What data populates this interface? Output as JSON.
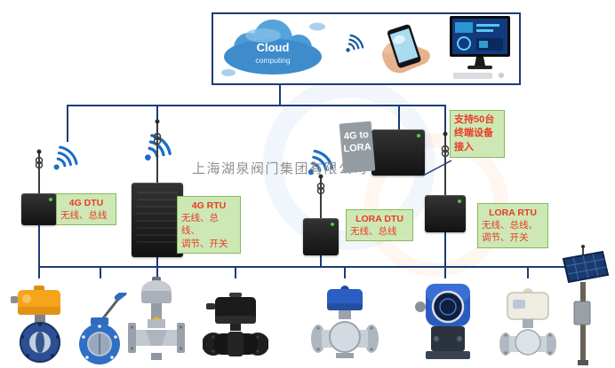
{
  "watermark": {
    "company": "上海湖泉阀门集团有限公司"
  },
  "cloud_platform": {
    "cloud_title": "Cloud",
    "cloud_subtitle": "computing"
  },
  "bridge_label": {
    "line1": "4G to",
    "line2": "LORA"
  },
  "labels": {
    "dtu4g": {
      "title": "4G DTU",
      "line1": "无线、总线"
    },
    "rtu4g": {
      "title": "4G RTU",
      "line1": "无线、总线、",
      "line2": "调节、开关"
    },
    "loradtu": {
      "title": "LORA DTU",
      "line1": "无线、总线"
    },
    "lorartu": {
      "title": "LORA RTU",
      "line1": "无线、总线、",
      "line2": "调节、开关"
    },
    "callout": {
      "line1": "支持50台",
      "line2": "终端设备",
      "line3": "接入"
    }
  },
  "icons": {
    "wifi": "wifi-signal-icon",
    "cloud": "cloud-computing-icon",
    "antenna": "antenna-icon",
    "monitor": "desktop-monitor-photo",
    "phone": "hand-holding-phone-photo"
  },
  "devices": [
    {
      "name": "4g-dtu-transmitter"
    },
    {
      "name": "4g-rtu-controller"
    },
    {
      "name": "4g-to-lora-gateway"
    },
    {
      "name": "lora-dtu-transmitter"
    },
    {
      "name": "lora-rtu-controller"
    }
  ],
  "products": [
    {
      "name": "yellow-electric-butterfly-valve"
    },
    {
      "name": "blue-manual-butterfly-valve"
    },
    {
      "name": "electric-globe-valve"
    },
    {
      "name": "black-electric-ball-valve"
    },
    {
      "name": "stainless-ball-valve-with-blue-actuator"
    },
    {
      "name": "blue-electric-actuator-flowmeter"
    },
    {
      "name": "white-electric-ball-valve"
    },
    {
      "name": "solar-power-station"
    }
  ],
  "colors": {
    "connector_line": "#1c3c78",
    "label_background": "#cde8b5",
    "label_border": "#86b95c",
    "label_text": "#ea3b24",
    "cloud_blue": "#4796d2",
    "wifi_blue": "#1a6ec5"
  }
}
